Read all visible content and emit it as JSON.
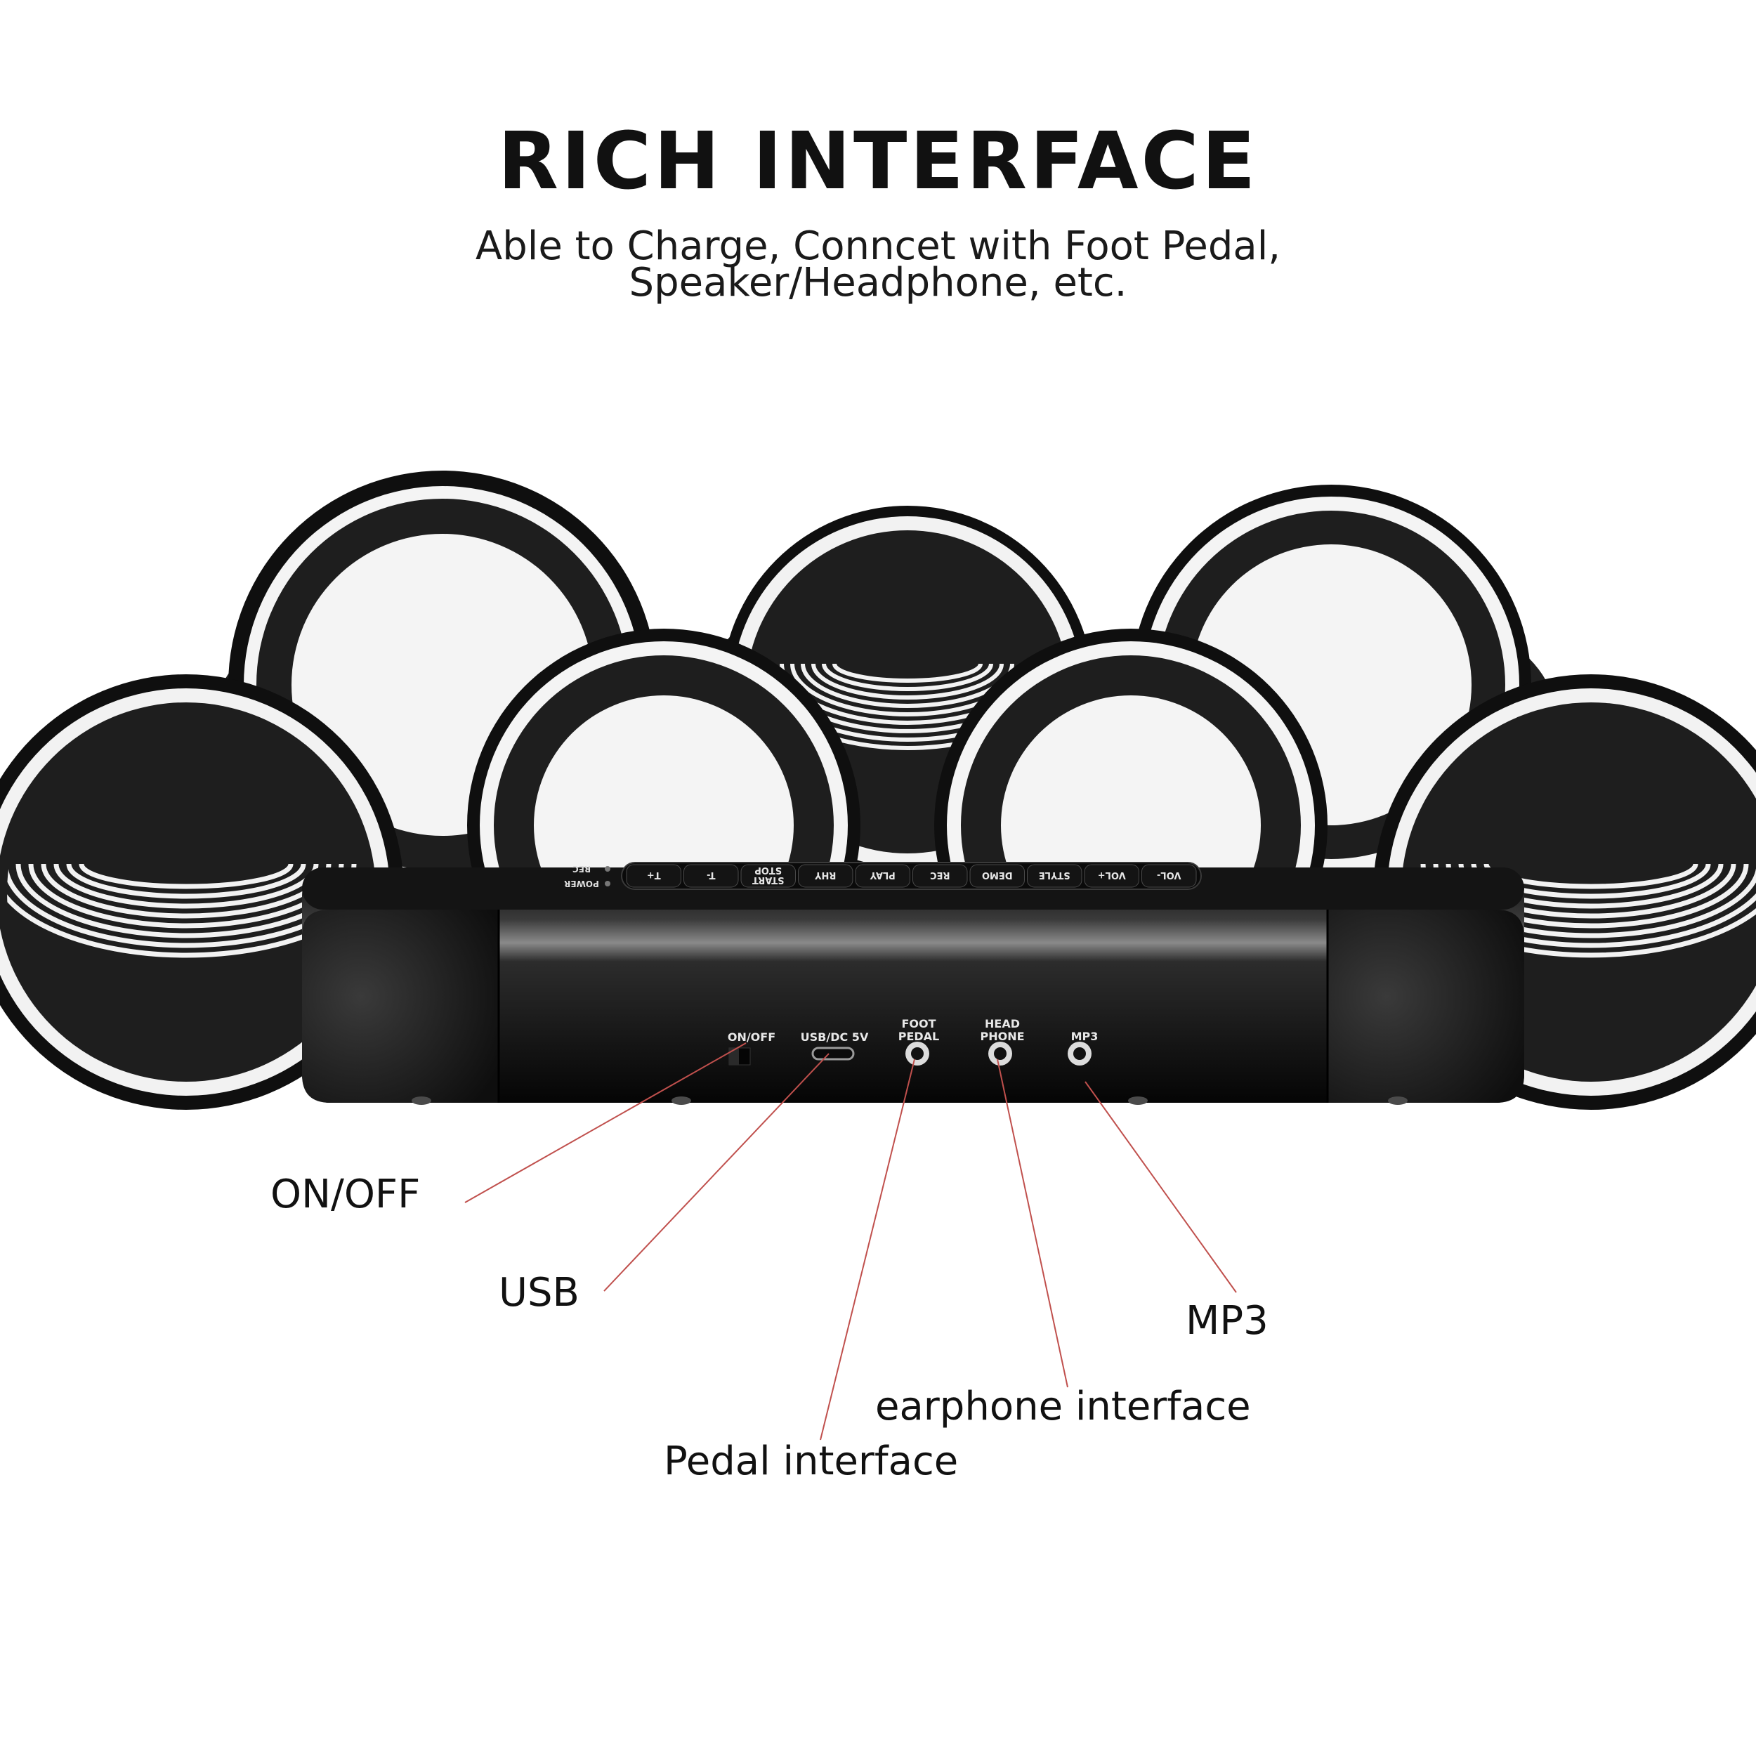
{
  "header": {
    "title": "RICH INTERFACE",
    "subtitle_line1": "Able to Charge, Conncet with Foot Pedal,",
    "subtitle_line2": "Speaker/Headphone, etc."
  },
  "control_buttons": [
    "T+",
    "T-",
    "START STOP",
    "RHY",
    "PLAY",
    "REC",
    "DEMO",
    "STYLE",
    "VOL+",
    "VOL-"
  ],
  "indicators": {
    "rec": "REC",
    "power": "POWER"
  },
  "ports": {
    "onoff": "ON/OFF",
    "usb": "USB/DC 5V",
    "foot_pedal_1": "FOOT",
    "foot_pedal_2": "PEDAL",
    "headphone_1": "HEAD",
    "headphone_2": "PHONE",
    "mp3": "MP3"
  },
  "callouts": {
    "onoff": "ON/OFF",
    "usb": "USB",
    "mp3": "MP3",
    "earphone": "earphone interface",
    "pedal": "Pedal interface"
  },
  "colors": {
    "leader_line": "#c0504d",
    "device_body": "#1c1c1c",
    "pad_ring": "#ffffff"
  }
}
